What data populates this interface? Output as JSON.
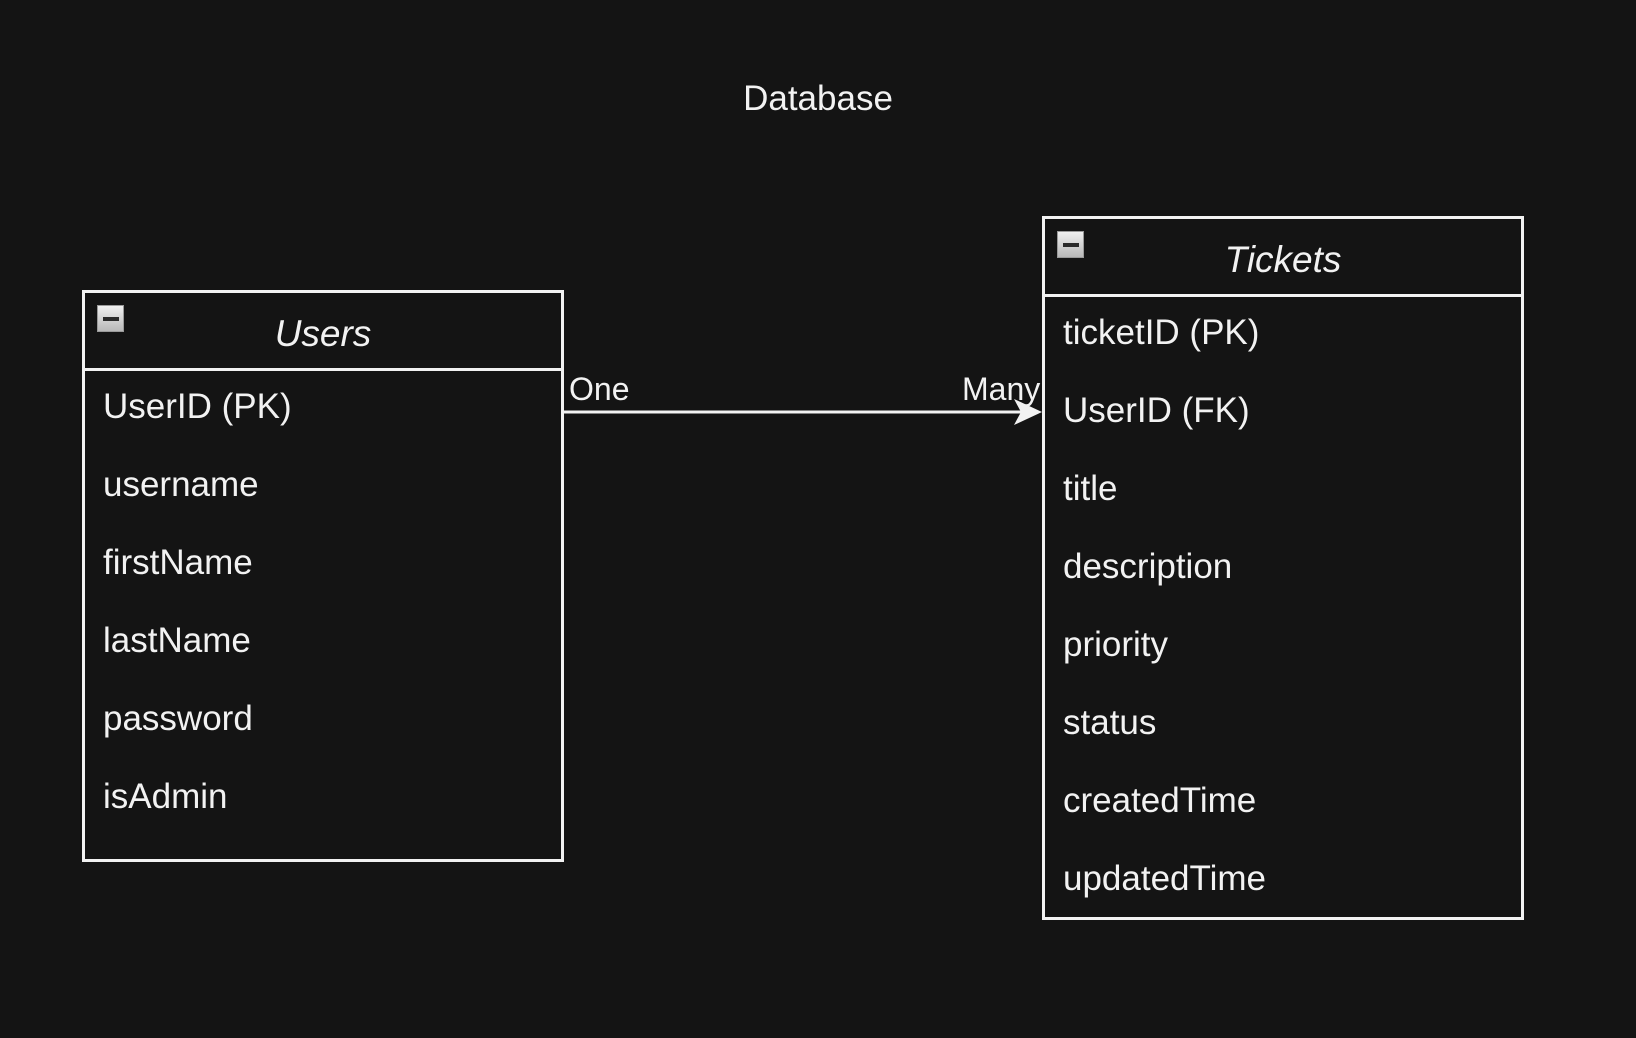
{
  "diagram": {
    "title": "Database",
    "entities": [
      {
        "name": "Users",
        "fields": [
          "UserID (PK)",
          "username",
          "firstName",
          "lastName",
          "password",
          "isAdmin"
        ]
      },
      {
        "name": "Tickets",
        "fields": [
          "ticketID (PK)",
          "UserID (FK)",
          "title",
          "description",
          "priority",
          "status",
          "createdTime",
          "updatedTime"
        ]
      }
    ],
    "relationship": {
      "from_label": "One",
      "to_label": "Many",
      "from_field": "UserID (PK)",
      "to_field": "UserID (FK)"
    },
    "colors": {
      "background": "#141414",
      "foreground": "#f2f2f2"
    }
  }
}
